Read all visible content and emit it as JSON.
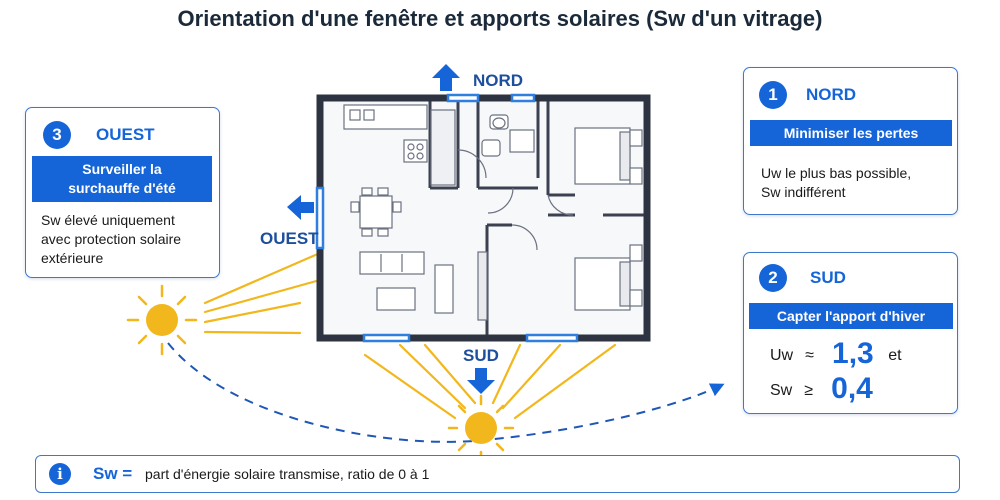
{
  "title": "Orientation d'une fenêtre et apports solaires (Sw d'un vitrage)",
  "compass": {
    "north": "NORD",
    "west": "OUEST",
    "south": "SUD"
  },
  "colors": {
    "accent": "#1565d8",
    "sun": "#f2b71c",
    "wall": "#2d3340"
  },
  "cards": {
    "west": {
      "number": "3",
      "heading": "OUEST",
      "banner_line1": "Surveiller la",
      "banner_line2": "surchauffe d'été",
      "body_line1": "Sw élevé uniquement",
      "body_line2": "avec protection solaire",
      "body_line3": "extérieure"
    },
    "north": {
      "number": "1",
      "heading": "NORD",
      "banner": "Minimiser les pertes",
      "body_line1": "Uw le plus bas possible,",
      "body_line2": "Sw indifférent"
    },
    "south": {
      "number": "2",
      "heading": "SUD",
      "banner": "Capter l'apport d'hiver",
      "uw_label": "Uw",
      "uw_sign": "≈",
      "uw_value": "1,3",
      "connector": "et",
      "sw_label": "Sw",
      "sw_sign": "≥",
      "sw_value": "0,4"
    }
  },
  "info": {
    "icon": "info-icon",
    "label": "Sw =",
    "definition": "part d'énergie solaire transmise, ratio de 0 à 1"
  }
}
